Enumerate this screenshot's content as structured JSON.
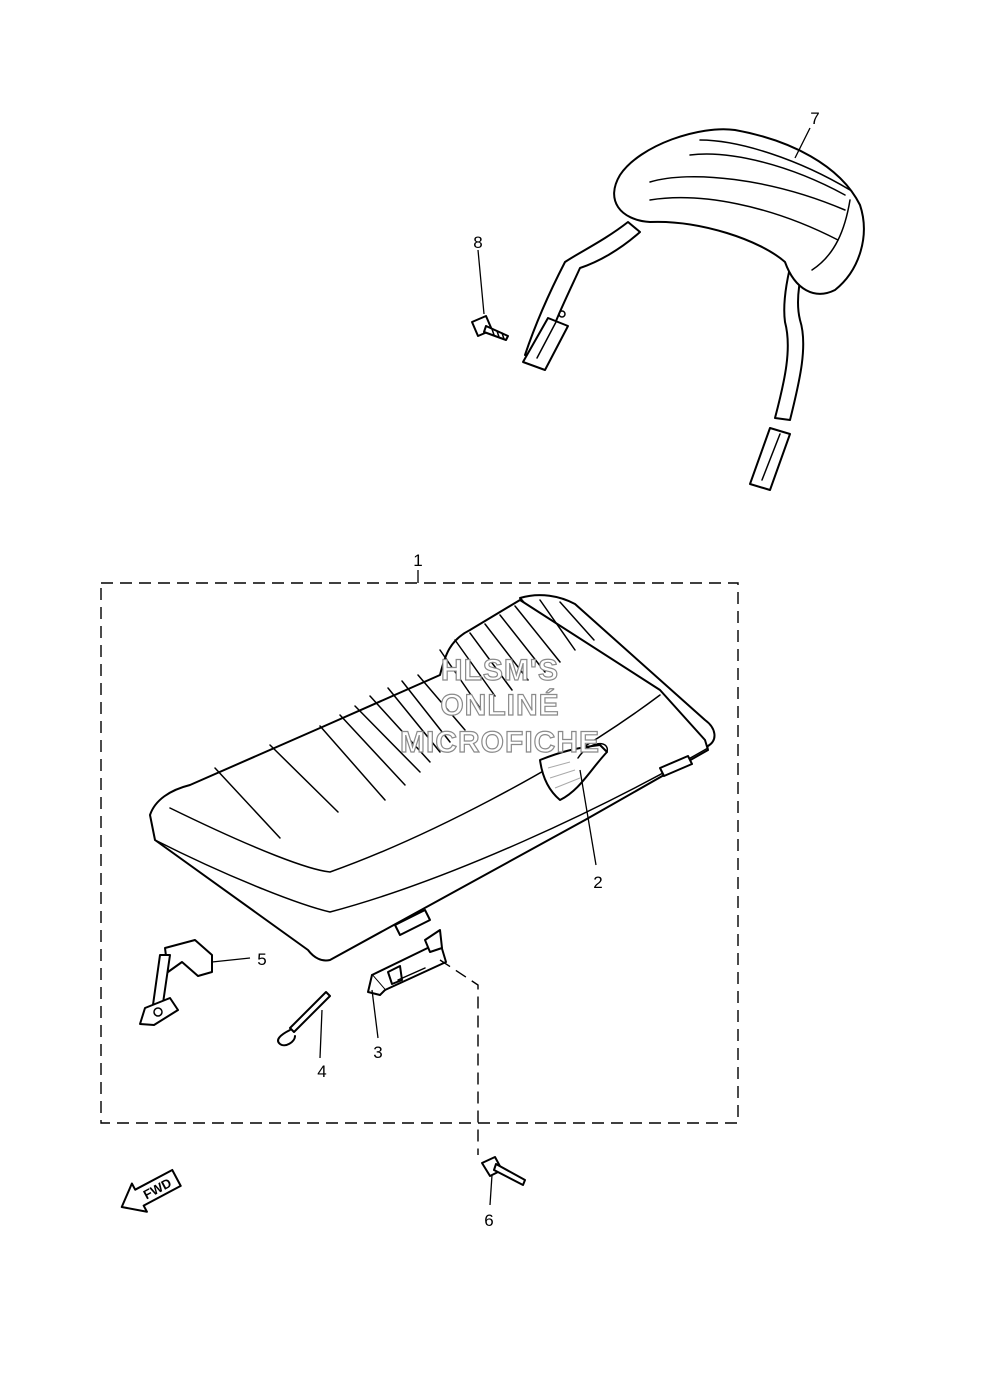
{
  "callouts": {
    "c1": "1",
    "c2": "2",
    "c3": "3",
    "c4": "4",
    "c5": "5",
    "c6": "6",
    "c7": "7",
    "c8": "8"
  },
  "watermark": {
    "line1": "HLSM'S",
    "line2": "ONLINÉ",
    "line3": "MICROFICHE"
  },
  "fwd_label": "FWD",
  "icons": {
    "fwd_arrow": "fwd-arrow-icon"
  }
}
